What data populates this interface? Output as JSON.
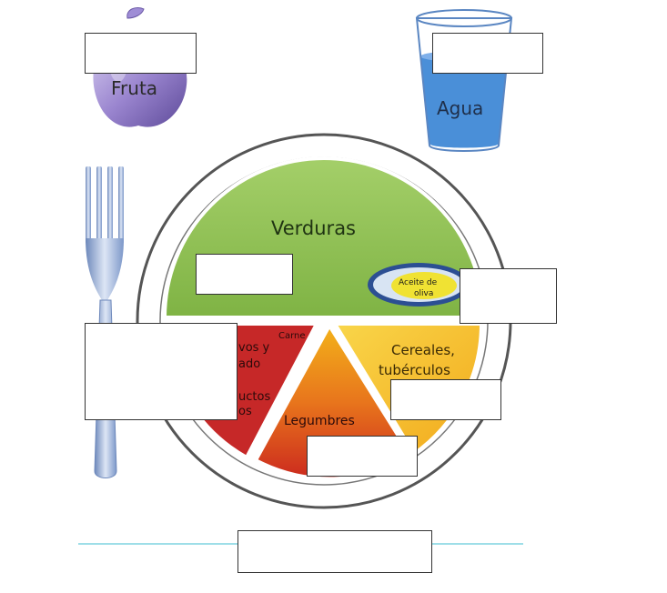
{
  "labels": {
    "fruit": "Fruta",
    "water": "Agua",
    "vegetables": "Verduras",
    "oil_line1": "Aceite de",
    "oil_line2": "oliva",
    "meat": "Carne",
    "eggs_line1": "vos y",
    "eggs_line2": "ado",
    "dairy_line1": "uctos",
    "dairy_line2": "os",
    "legumes": "Legumbres",
    "cereals_line1": "Cereales,",
    "cereals_line2": "tubérculos"
  },
  "answer_boxes": [
    {
      "id": "fruit",
      "value": ""
    },
    {
      "id": "water",
      "value": ""
    },
    {
      "id": "vegetables",
      "value": ""
    },
    {
      "id": "oil",
      "value": ""
    },
    {
      "id": "protein",
      "value": ""
    },
    {
      "id": "cereals",
      "value": ""
    },
    {
      "id": "legumes",
      "value": ""
    },
    {
      "id": "bottom-title",
      "value": ""
    }
  ],
  "colors": {
    "vegetables": "#8cc152",
    "cereals": "#f6c31c",
    "protein": "#c62828",
    "water": "#4a8fd8",
    "apple": "#8a74c4",
    "fork": "#9fb8e0",
    "plate_rim": "#444444",
    "baseline": "#7fd3e0"
  }
}
